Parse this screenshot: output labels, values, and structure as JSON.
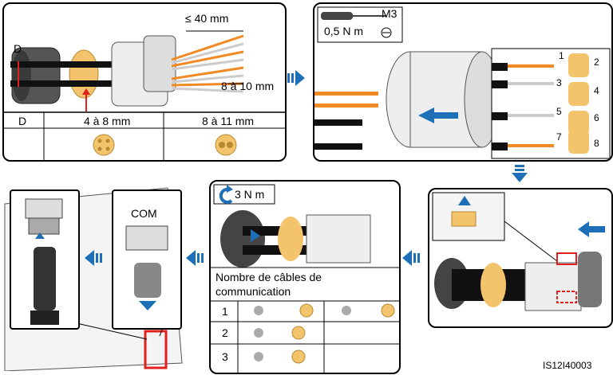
{
  "panel1": {
    "strip_label": "≤ 40 mm",
    "bare_label": "8 à 10 mm",
    "d_label": "D",
    "table": {
      "header": [
        "D",
        "4 à 8 mm",
        "8 à 11 mm"
      ]
    }
  },
  "panel2": {
    "torque": "0,5 N m",
    "screw": "M3",
    "pins": [
      "1",
      "2",
      "3",
      "4",
      "5",
      "6",
      "7",
      "8"
    ]
  },
  "panel4": {
    "torque": "3 N m",
    "table_title_line1": "Nombre de câbles de",
    "table_title_line2": "communication",
    "rows": [
      "1",
      "2",
      "3"
    ]
  },
  "panel5": {
    "com_label": "COM"
  },
  "doc_id": "IS12I40003",
  "colors": {
    "arrow_blue": "#1d6fb8",
    "wire_orange": "#f08a24",
    "seal_yellow": "#f3c46b",
    "highlight_red": "#e0201c"
  }
}
